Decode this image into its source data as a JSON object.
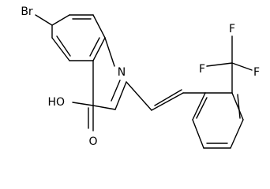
{
  "structure": {
    "atoms": {
      "bromine": "Br",
      "nitrogen": "N",
      "hydroxyl": "HO",
      "carbonyl_oxygen": "O",
      "fluorine_1": "F",
      "fluorine_2": "F",
      "fluorine_3": "F"
    },
    "colors": {
      "bond": "#000000",
      "text": "#000000",
      "background": "#ffffff"
    }
  }
}
